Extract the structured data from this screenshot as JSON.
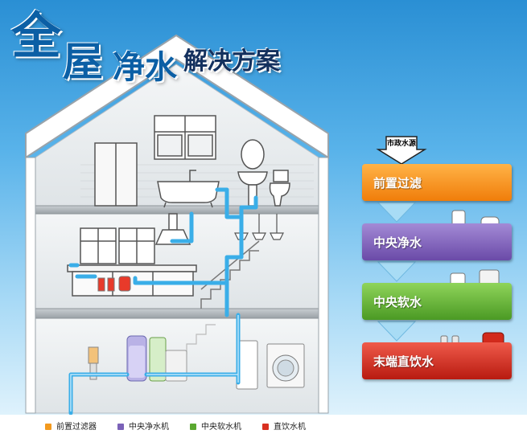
{
  "title": {
    "part1": "全",
    "part2": "屋",
    "part3": "净水",
    "part4": "解决方案"
  },
  "source": {
    "label": "市政水源"
  },
  "steps": [
    {
      "label": "前置过滤",
      "color": "#f07d0a"
    },
    {
      "label": "中央净水",
      "color": "#6a4aa8"
    },
    {
      "label": "中央软水",
      "color": "#4b9a24"
    },
    {
      "label": "末端直饮水",
      "color": "#b81a10"
    }
  ],
  "legend": [
    {
      "label": "前置过滤器",
      "color": "#f39a1f"
    },
    {
      "label": "中央净水机",
      "color": "#7b62b8"
    },
    {
      "label": "中央软水机",
      "color": "#5aa830"
    },
    {
      "label": "直饮水机",
      "color": "#d83020"
    }
  ],
  "colors": {
    "pipe": "#3aaee8",
    "roof": "#ffffff",
    "floor_fill": "#eef1f3"
  }
}
